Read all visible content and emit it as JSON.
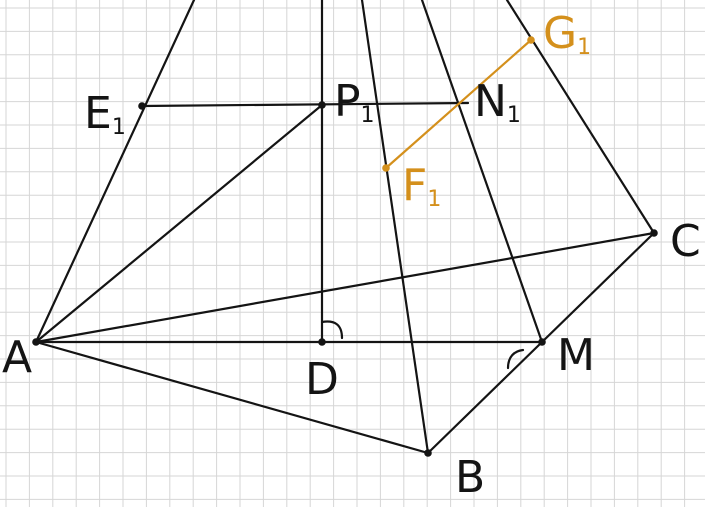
{
  "colors": {
    "background": "#ffffff",
    "grid": "#d6d6d6",
    "ink": "#141414",
    "accent": "#d4901c"
  },
  "points": {
    "A": {
      "letter": "A",
      "sub": ""
    },
    "B": {
      "letter": "B",
      "sub": ""
    },
    "C": {
      "letter": "C",
      "sub": ""
    },
    "D": {
      "letter": "D",
      "sub": ""
    },
    "M": {
      "letter": "M",
      "sub": ""
    },
    "E1": {
      "letter": "E",
      "sub": "1"
    },
    "P1": {
      "letter": "P",
      "sub": "1"
    },
    "N1": {
      "letter": "N",
      "sub": "1"
    },
    "F1": {
      "letter": "F",
      "sub": "1"
    },
    "G1": {
      "letter": "G",
      "sub": "1"
    }
  }
}
